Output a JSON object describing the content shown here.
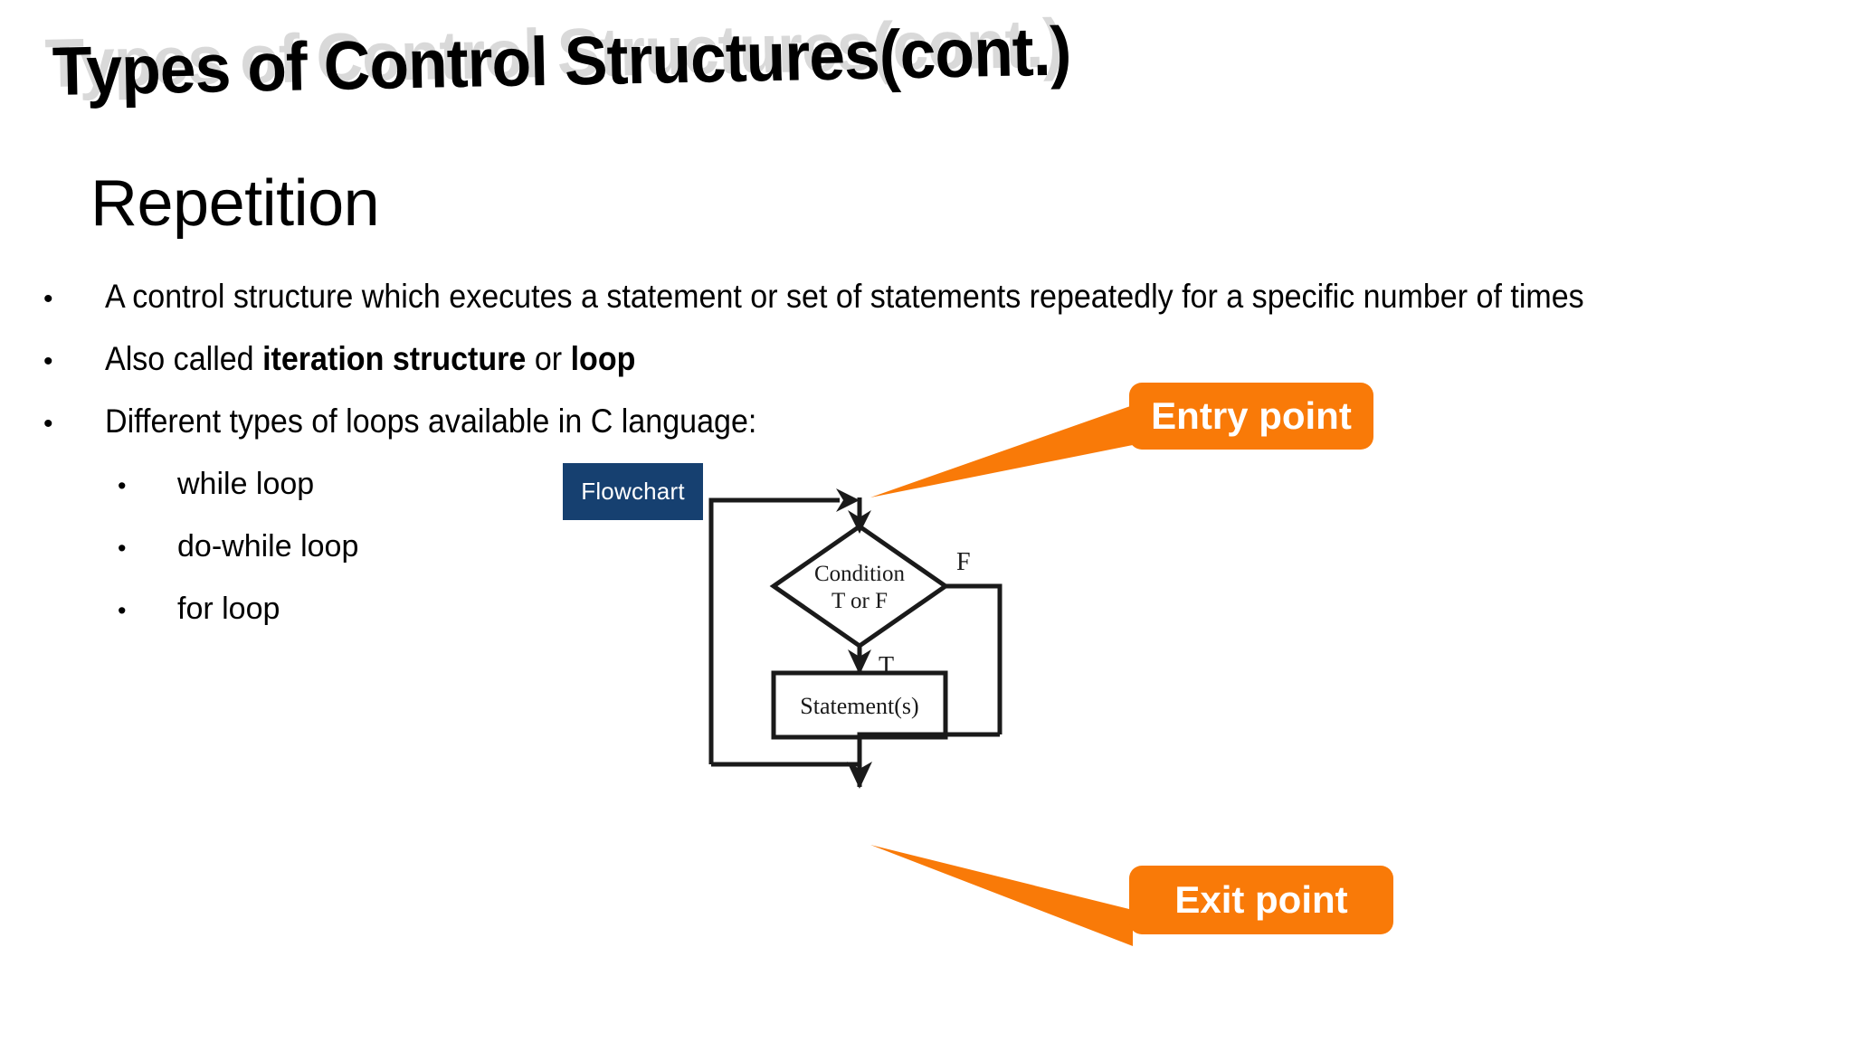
{
  "slide": {
    "title": "Types of Control Structures(cont.)",
    "subtitle": "Repetition",
    "bullet_marker": "•",
    "bullets": [
      {
        "level": 1,
        "segments": [
          {
            "text": "A control structure which executes a statement or set of statements repeatedly for a specific number of times",
            "bold": false
          }
        ]
      },
      {
        "level": 1,
        "segments": [
          {
            "text": "Also called ",
            "bold": false
          },
          {
            "text": "iteration structure",
            "bold": true
          },
          {
            "text": " or ",
            "bold": false
          },
          {
            "text": "loop",
            "bold": true
          }
        ]
      },
      {
        "level": 1,
        "segments": [
          {
            "text": "Different types of loops available in C language:",
            "bold": false
          }
        ]
      }
    ],
    "sub_bullets": [
      {
        "text": "while loop"
      },
      {
        "text": "do-while loop"
      },
      {
        "text": "for loop"
      }
    ]
  },
  "flowchart": {
    "chip_label": "Flowchart",
    "chip_color": "#164070",
    "decision_line_1": "Condition",
    "decision_line_2": "T or F",
    "process_label": "Statement(s)",
    "branch_false_label": "F",
    "branch_true_label": "T",
    "stroke_color": "#1a1a1a"
  },
  "callouts": [
    {
      "name": "entry",
      "label": "Entry point",
      "color": "#F97A08"
    },
    {
      "name": "exit",
      "label": "Exit point",
      "color": "#F97A08"
    }
  ]
}
